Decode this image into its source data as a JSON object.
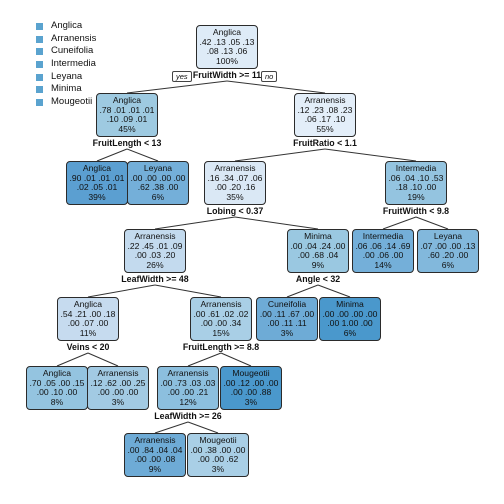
{
  "legend": [
    "Anglica",
    "Arranensis",
    "Cuneifolia",
    "Intermedia",
    "Leyana",
    "Minima",
    "Mougeotii"
  ],
  "legend_color": "#5aa3cf",
  "tags": {
    "yes": "yes",
    "no": "no"
  },
  "nodes": {
    "root": {
      "cls": "Anglica",
      "l1": ".42 .13 .05 .13",
      "l2": ".08 .13 .06",
      "pct": "100%",
      "color": "#deebf7"
    },
    "n2": {
      "cls": "Anglica",
      "l1": ".78 .01 .01 .01",
      "l2": ".10 .09 .01",
      "pct": "45%",
      "color": "#9ecae1"
    },
    "n3": {
      "cls": "Arranensis",
      "l1": ".12 .23 .08 .23",
      "l2": ".06 .17 .10",
      "pct": "55%",
      "color": "#e3eef9"
    },
    "n4": {
      "cls": "Anglica",
      "l1": ".90 .01 .01 .01",
      "l2": ".02 .05 .01",
      "pct": "39%",
      "color": "#5b9fd1"
    },
    "n5": {
      "cls": "Leyana",
      "l1": ".00 .00 .00 .00",
      "l2": ".62 .38 .00",
      "pct": "6%",
      "color": "#74afd9"
    },
    "n6": {
      "cls": "Arranensis",
      "l1": ".16 .34 .07 .06",
      "l2": ".00 .20 .16",
      "pct": "35%",
      "color": "#dae8f5"
    },
    "n7": {
      "cls": "Intermedia",
      "l1": ".06 .04 .10 .53",
      "l2": ".18 .10 .00",
      "pct": "19%",
      "color": "#94c4e0"
    },
    "n12": {
      "cls": "Arranensis",
      "l1": ".22 .45 .01 .09",
      "l2": ".00 .03 .20",
      "pct": "26%",
      "color": "#c3daee"
    },
    "n13": {
      "cls": "Minima",
      "l1": ".00 .04 .24 .00",
      "l2": ".00 .68 .04",
      "pct": "9%",
      "color": "#9ac8e1"
    },
    "n14": {
      "cls": "Intermedia",
      "l1": ".06 .06 .14 .69",
      "l2": ".00 .06 .00",
      "pct": "14%",
      "color": "#74afd9"
    },
    "n15": {
      "cls": "Leyana",
      "l1": ".07 .00 .00 .13",
      "l2": ".60 .20 .00",
      "pct": "6%",
      "color": "#82b8dc"
    },
    "n24": {
      "cls": "Anglica",
      "l1": ".54 .21 .00 .18",
      "l2": ".00 .07 .00",
      "pct": "11%",
      "color": "#c6dbef"
    },
    "n25": {
      "cls": "Arranensis",
      "l1": ".00 .61 .02 .02",
      "l2": ".00 .00 .34",
      "pct": "15%",
      "color": "#a9cfe6"
    },
    "n26": {
      "cls": "Cuneifolia",
      "l1": ".00 .11 .67 .00",
      "l2": ".00 .11 .11",
      "pct": "3%",
      "color": "#6eabd6"
    },
    "n27": {
      "cls": "Minima",
      "l1": ".00 .00 .00 .00",
      "l2": ".00 1.00 .00",
      "pct": "6%",
      "color": "#4a98cc"
    },
    "n48": {
      "cls": "Anglica",
      "l1": ".70 .05 .00 .15",
      "l2": ".00 .10 .00",
      "pct": "8%",
      "color": "#94c4e0"
    },
    "n49": {
      "cls": "Arranensis",
      "l1": ".12 .62 .00 .25",
      "l2": ".00 .00 .00",
      "pct": "3%",
      "color": "#a2cae3"
    },
    "n50": {
      "cls": "Arranensis",
      "l1": ".00 .73 .03 .03",
      "l2": ".00 .00 .21",
      "pct": "12%",
      "color": "#8cbfde"
    },
    "n51": {
      "cls": "Mougeotii",
      "l1": ".00 .12 .00 .00",
      "l2": ".00 .00 .88",
      "pct": "3%",
      "color": "#4a98cc"
    },
    "n100": {
      "cls": "Arranensis",
      "l1": ".00 .84 .04 .04",
      "l2": ".00 .00 .08",
      "pct": "9%",
      "color": "#6eabd6"
    },
    "n101": {
      "cls": "Mougeotii",
      "l1": ".00 .38 .00 .00",
      "l2": ".00 .00 .62",
      "pct": "3%",
      "color": "#a9cfe6"
    }
  },
  "splits": {
    "s_root": "FruitWidth >= 11",
    "s_n2": "FruitLength < 13",
    "s_n3": "FruitRatio < 1.1",
    "s_n6": "Lobing < 0.37",
    "s_n7": "FruitWidth < 9.8",
    "s_n12": "LeafWidth >= 48",
    "s_n13": "Angle < 32",
    "s_n24": "Veins < 20",
    "s_n25": "FruitLength >= 8.8",
    "s_n50": "LeafWidth >= 26"
  }
}
